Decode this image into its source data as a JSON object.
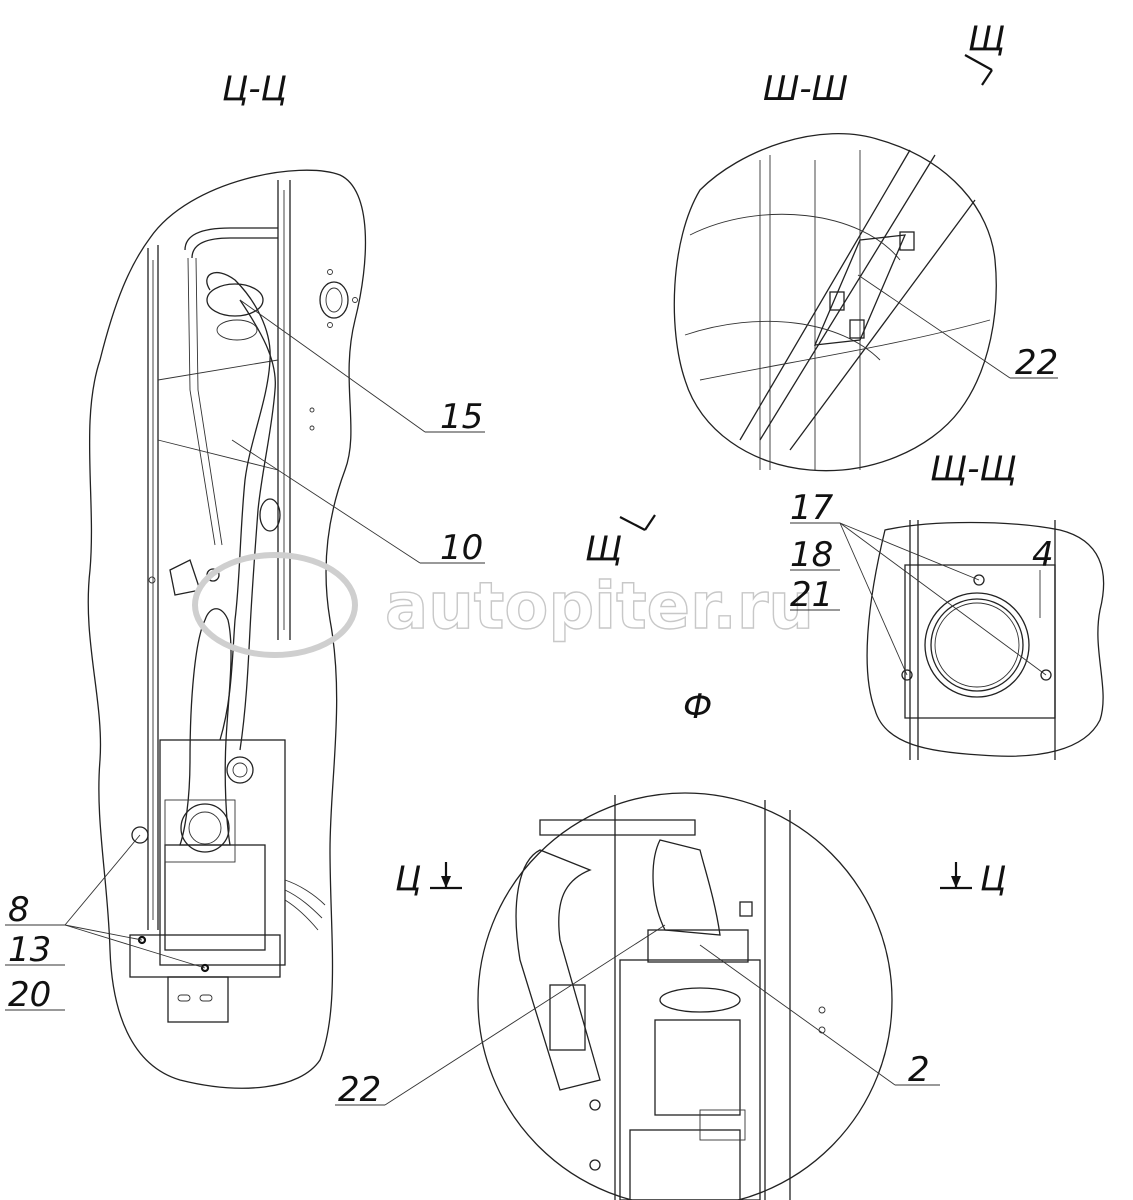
{
  "views": {
    "tsts": "Ц-Ц",
    "shsh": "Ш-Ш",
    "shchshch": "Щ-Щ",
    "arrow_shch_top": "Щ",
    "arrow_shch_mid": "Щ",
    "arrow_ts_left": "Ц",
    "arrow_ts_right": "Ц",
    "view_f": "Ф"
  },
  "callouts": {
    "c15": "15",
    "c10": "10",
    "c22_top": "22",
    "c17": "17",
    "c18": "18",
    "c21": "21",
    "c4": "4",
    "c8": "8",
    "c13": "13",
    "c20": "20",
    "c22_bottom": "22",
    "c2": "2"
  },
  "watermark": "autopiter.ru"
}
